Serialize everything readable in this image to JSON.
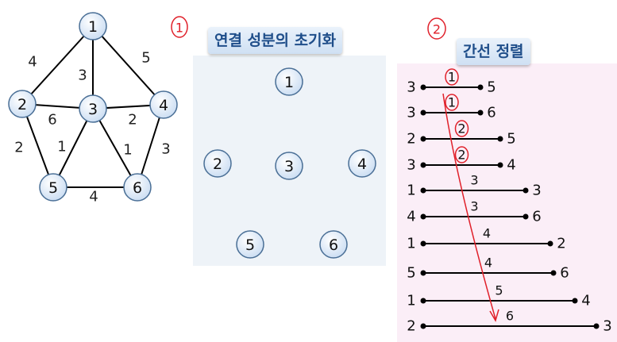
{
  "graph": {
    "nodes": [
      {
        "id": "1",
        "label": "1"
      },
      {
        "id": "2",
        "label": "2"
      },
      {
        "id": "3",
        "label": "3"
      },
      {
        "id": "4",
        "label": "4"
      },
      {
        "id": "5",
        "label": "5"
      },
      {
        "id": "6",
        "label": "6"
      }
    ],
    "edges": [
      {
        "from": "1",
        "to": "2",
        "weight": "4"
      },
      {
        "from": "1",
        "to": "3",
        "weight": "3"
      },
      {
        "from": "1",
        "to": "4",
        "weight": "5"
      },
      {
        "from": "2",
        "to": "3",
        "weight": "6"
      },
      {
        "from": "3",
        "to": "4",
        "weight": "2"
      },
      {
        "from": "2",
        "to": "5",
        "weight": "2"
      },
      {
        "from": "3",
        "to": "5",
        "weight": "1"
      },
      {
        "from": "3",
        "to": "6",
        "weight": "1"
      },
      {
        "from": "4",
        "to": "6",
        "weight": "3"
      },
      {
        "from": "5",
        "to": "6",
        "weight": "4"
      }
    ]
  },
  "step1": {
    "marker": "1",
    "title": "연결 성분의 초기화",
    "components": [
      "1",
      "2",
      "3",
      "4",
      "5",
      "6"
    ]
  },
  "step2": {
    "marker": "2",
    "title": "간선 정렬",
    "sorted_edges": [
      {
        "from": "3",
        "to": "5",
        "weight": "1",
        "circled": true
      },
      {
        "from": "3",
        "to": "6",
        "weight": "1",
        "circled": true
      },
      {
        "from": "2",
        "to": "5",
        "weight": "2",
        "circled": true
      },
      {
        "from": "3",
        "to": "4",
        "weight": "2",
        "circled": true
      },
      {
        "from": "1",
        "to": "3",
        "weight": "3",
        "circled": false
      },
      {
        "from": "4",
        "to": "6",
        "weight": "3",
        "circled": false
      },
      {
        "from": "1",
        "to": "2",
        "weight": "4",
        "circled": false
      },
      {
        "from": "5",
        "to": "6",
        "weight": "4",
        "circled": false
      },
      {
        "from": "1",
        "to": "4",
        "weight": "5",
        "circled": false
      },
      {
        "from": "2",
        "to": "3",
        "weight": "6",
        "circled": false
      }
    ]
  },
  "colors": {
    "node_fill": "#dbe8f7",
    "node_stroke": "#4a6f96",
    "annotation_red": "#e0202a",
    "title_text": "#1f4e8a"
  }
}
